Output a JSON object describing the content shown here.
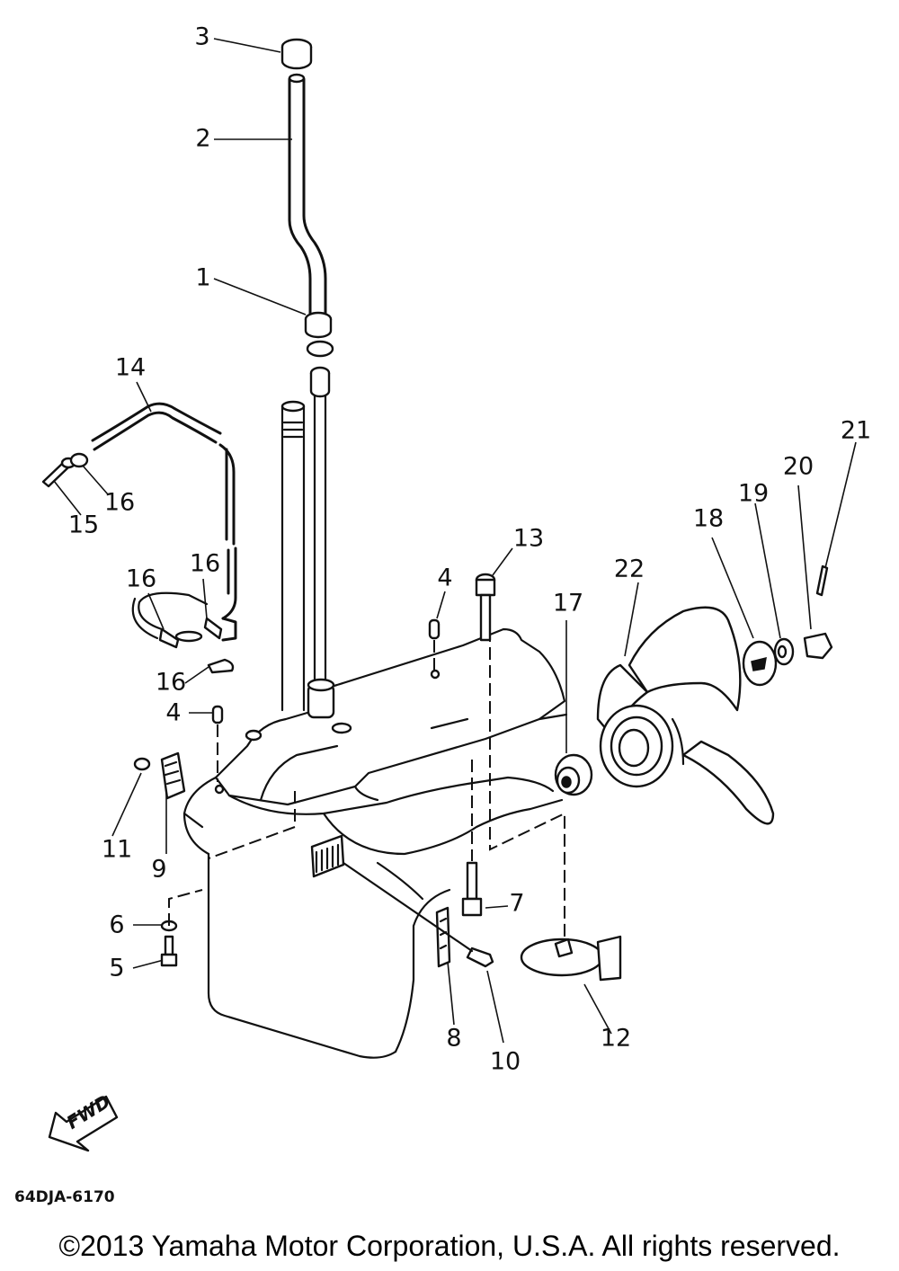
{
  "diagram": {
    "callouts": [
      "1",
      "2",
      "3",
      "4",
      "4",
      "5",
      "6",
      "7",
      "8",
      "9",
      "10",
      "11",
      "12",
      "13",
      "14",
      "15",
      "16",
      "16",
      "16",
      "16",
      "17",
      "18",
      "19",
      "20",
      "21",
      "22"
    ],
    "fwd_label": "FWD",
    "code": "64DJA-6170"
  },
  "footer": {
    "copyright": "©2013 Yamaha Motor Corporation, U.S.A. All rights reserved."
  }
}
